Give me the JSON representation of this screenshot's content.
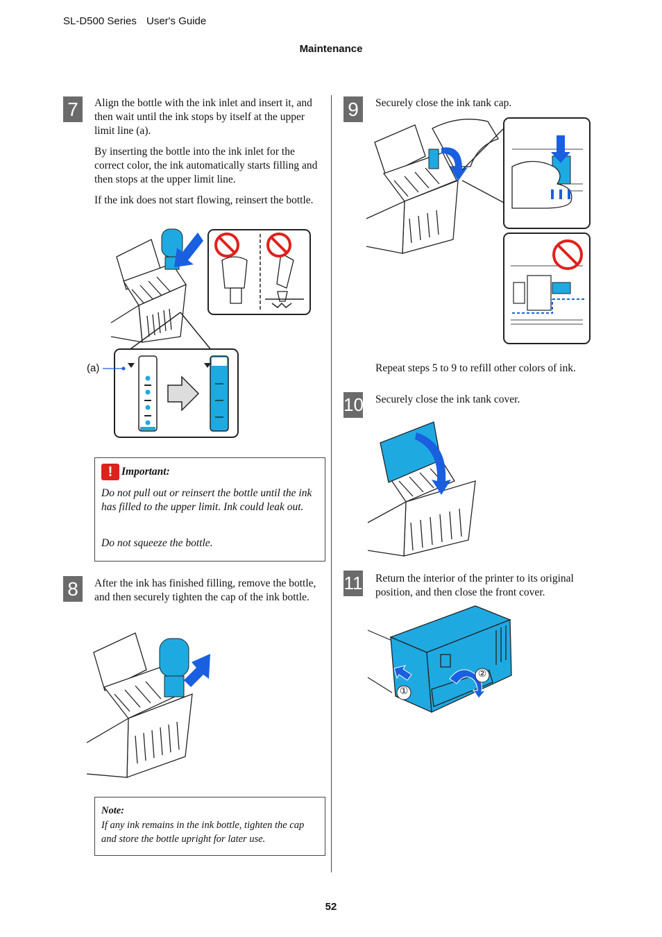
{
  "header": {
    "series": "SL-D500 Series",
    "guide": "User's Guide",
    "section": "Maintenance"
  },
  "page_number": "52",
  "steps": [
    {
      "num": "7",
      "paras": [
        "Align the bottle with the ink inlet and insert it, and then wait until the ink stops by itself at the upper limit line (a).",
        "By inserting the bottle into the ink inlet for the correct color, the ink automatically starts filling and then stops at the upper limit line.",
        "If the ink does not start flowing, reinsert the bottle."
      ],
      "callout": "(a)"
    },
    {
      "num": "8",
      "paras": [
        "After the ink has finished filling, remove the bottle, and then securely tighten the cap of the ink bottle."
      ]
    },
    {
      "num": "9",
      "paras": [
        "Securely close the ink tank cap."
      ],
      "after": "Repeat steps 5 to 9 to refill other colors of ink."
    },
    {
      "num": "10",
      "paras": [
        "Securely close the ink tank cover."
      ]
    },
    {
      "num": "11",
      "paras": [
        "Return the interior of the printer to its original position, and then close the front cover."
      ],
      "markers": [
        "①",
        "②"
      ]
    }
  ],
  "important": {
    "title": "Important:",
    "lines": [
      "Do not pull out or reinsert the bottle until the ink has filled to the upper limit. Ink could leak out.",
      "Do not squeeze the bottle."
    ]
  },
  "note": {
    "title": "Note:",
    "text": "If any ink remains in the ink bottle, tighten the cap and store the bottle upright for later use."
  },
  "colors": {
    "ink_blue": "#1fa9e1",
    "arrow_blue": "#1a5fe0",
    "prohibit_red": "#e0201b",
    "step_gray": "#6b6b6b"
  }
}
